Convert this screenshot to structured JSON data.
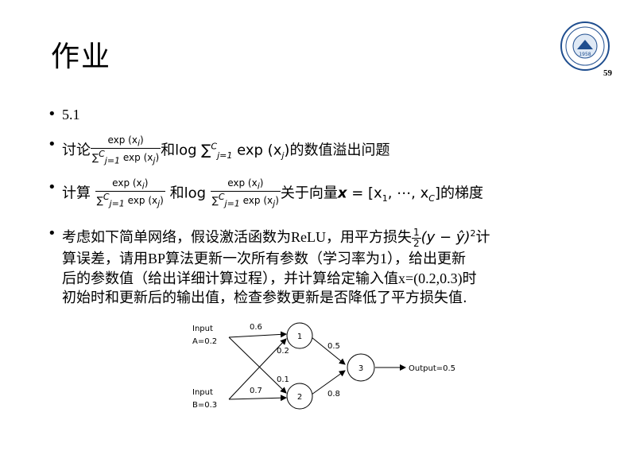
{
  "header": {
    "title": "作业",
    "page_number": "59"
  },
  "logo": {
    "center_text": "1958"
  },
  "bullets": {
    "b1": {
      "text": "5.1"
    },
    "b2": {
      "prefix": "讨论",
      "frac_num": "exp (x",
      "frac_num_sub": "i",
      "frac_den": "∑",
      "frac_den_sub": "j=1",
      "frac_den_sup": "C",
      "frac_den_rest": " exp (x",
      "frac_den_rest_sub": "j",
      "mid": "和log ∑",
      "sum_sub": "j=1",
      "sum_sup": "C",
      "sum_expr": " exp (x",
      "sum_expr_sub": "j",
      "suffix": ")的数值溢出问题"
    },
    "b3": {
      "prefix": "计算 ",
      "frac_num": "exp (x",
      "frac_num_sub": "i",
      "frac_den": "∑",
      "frac_den_sub": "j=1",
      "frac_den_sup": "C",
      "frac_den_rest": " exp (x",
      "frac_den_rest_sub": "j",
      "mid": " 和log ",
      "frac2_num": "exp (x",
      "frac2_num_sub": "i",
      "frac2_den": "∑",
      "frac2_den_sub": "j=1",
      "frac2_den_sup": "C",
      "frac2_den_rest": " exp (x",
      "frac2_den_rest_sub": "j",
      "after": "关于向量",
      "vec": "x",
      "vec_eq": " = [x",
      "vec_1": "1",
      "vec_dots": ", ⋯, x",
      "vec_c": "C",
      "suffix": "]的梯度"
    },
    "b4": {
      "line1_a": "考虑如下简单网络，假设激活函数为",
      "relu": "ReLU",
      "line1_b": "，用平方损失",
      "loss_num": "1",
      "loss_den": "2",
      "loss_expr": "(y − ŷ)",
      "loss_sup": "2",
      "line1_c": "计",
      "line2_a": "算误差，请用",
      "bp": "BP",
      "line2_b": "算法更新一次所有参数（学习率为",
      "lr": "1",
      "line2_c": "），给出更新",
      "line3_a": "后的参数值（给出详细计算过程），并计算给定输入值",
      "xval": "x=(0.2,0.3)",
      "line3_b": "时",
      "line4": "初始时和更新后的输出值，检查参数更新是否降低了平方损失值."
    }
  },
  "diagram": {
    "input_a_label": "Input",
    "input_a_value": "A=0.2",
    "input_b_label": "Input",
    "input_b_value": "B=0.3",
    "node1": "1",
    "node2": "2",
    "node3": "3",
    "w_a1": "0.6",
    "w_a2": "0.1",
    "w_b1": "0.2",
    "w_b2": "0.7",
    "w_13": "0.5",
    "w_23": "0.8",
    "output": "Output=0.5"
  }
}
